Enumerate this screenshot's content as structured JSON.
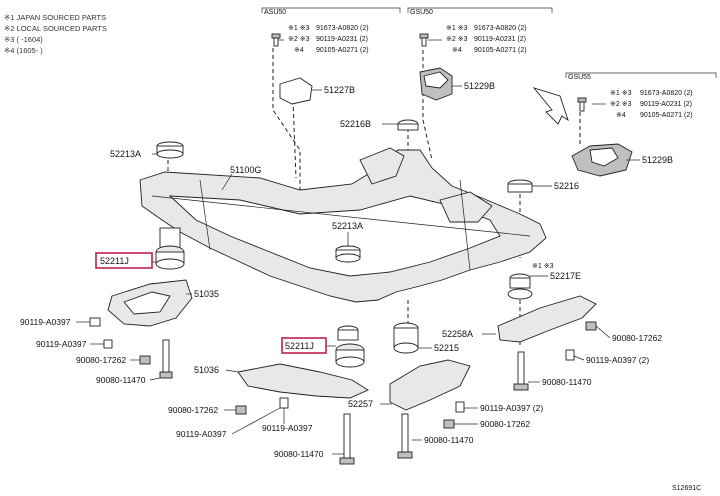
{
  "notes": [
    "※1 JAPAN SOURCED PARTS",
    "※2 LOCAL SOURCED PARTS",
    "※3 (      -1604)",
    "※4 (1605-      )"
  ],
  "groups": {
    "asu50": {
      "title": "ASU50",
      "rows": [
        {
          "marks": "※1 ※3",
          "part": "91673-A0820 (2)"
        },
        {
          "marks": "※2 ※3",
          "part": "90119-A0231 (2)"
        },
        {
          "marks": "※4",
          "part": "90105-A0271 (2)"
        }
      ]
    },
    "gsu50": {
      "title": "GSU50",
      "rows": [
        {
          "marks": "※1 ※3",
          "part": "91673-A0820 (2)"
        },
        {
          "marks": "※2 ※3",
          "part": "90119-A0231 (2)"
        },
        {
          "marks": "※4",
          "part": "90105-A0271 (2)"
        }
      ]
    },
    "gsu55": {
      "title": "GSU55",
      "rows": [
        {
          "marks": "※1 ※3",
          "part": "91673-A0820 (2)"
        },
        {
          "marks": "※2 ※3",
          "part": "90119-A0231 (2)"
        },
        {
          "marks": "※4",
          "part": "90105-A0271 (2)"
        }
      ]
    }
  },
  "callouts": {
    "p51227b": "51227B",
    "p51229b_top": "51229B",
    "p51229b_right": "51229B",
    "p52216b": "52216B",
    "p52213a_left": "52213A",
    "p51100g": "51100G",
    "p52216": "52216",
    "p52213a_mid": "52213A",
    "p52211j_left": "52211J",
    "p51035": "51035",
    "p52217e": "52217E",
    "p52217e_marks": "※1 ※3",
    "p52258a": "52258A",
    "p52215": "52215",
    "p52211j_mid": "52211J",
    "p51036": "51036",
    "p52257": "52257",
    "b90119_a0397_l1": "90119-A0397",
    "b90119_a0397_l2": "90119-A0397",
    "b90080_17262_l": "90080-17262",
    "b90080_11470_l": "90080-11470",
    "b90080_17262_bl": "90080-17262",
    "b90119_a0397_bl": "90119-A0397",
    "b90119_a0397_bm": "90119-A0397",
    "b90080_11470_b": "90080-11470",
    "b90119_a0397_br": "90119-A0397 (2)",
    "b90080_17262_br": "90080-17262",
    "b90080_11470_br": "90080-11470",
    "b90080_17262_r": "90080-17262",
    "b90119_a0397_r": "90119-A0397 (2)",
    "b90080_11470_r": "90080-11470"
  },
  "figure_id": "S12691C",
  "colors": {
    "highlight": "#c0224a",
    "line": "#222222"
  }
}
